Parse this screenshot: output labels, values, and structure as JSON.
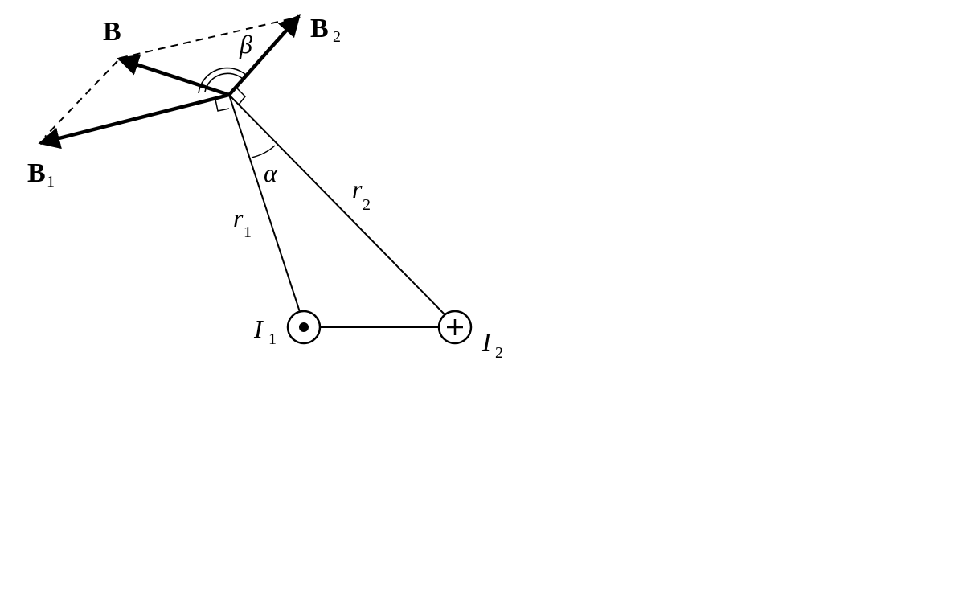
{
  "labels": {
    "B": "B",
    "B1": "B",
    "B1_sub": "1",
    "B2": "B",
    "B2_sub": "2",
    "beta": "β",
    "alpha": "α",
    "r1": "r",
    "r1_sub": "1",
    "r2": "r",
    "r2_sub": "2",
    "I1": "I",
    "I1_sub": "1",
    "I2": "I",
    "I2_sub": "2"
  },
  "colors": {
    "ink": "#000000",
    "background": "#ffffff"
  },
  "symbols": {
    "current_out_of_page": "dot-in-circle",
    "current_into_page": "plus-in-circle"
  }
}
